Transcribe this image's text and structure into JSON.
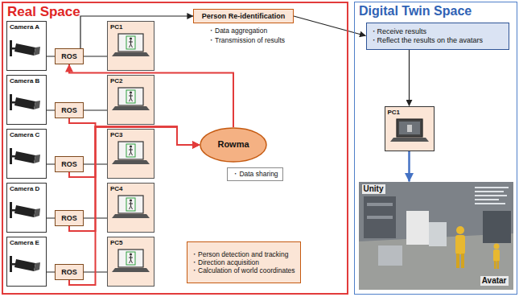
{
  "diagram": {
    "nodes": [
      {
        "text": [
          "Real Space"
        ]
      },
      {
        "text": [
          "Camera A"
        ],
        "in": 0
      },
      {
        "text": [
          "ROS"
        ],
        "in": 0
      },
      {
        "text": [
          "PC1"
        ],
        "in": 0
      },
      {
        "text": [
          "Camera B"
        ],
        "in": 0
      },
      {
        "text": [
          "ROS"
        ],
        "in": 0
      },
      {
        "text": [
          "PC2"
        ],
        "in": 0
      },
      {
        "text": [
          "Camera C"
        ],
        "in": 0
      },
      {
        "text": [
          "ROS"
        ],
        "in": 0
      },
      {
        "text": [
          "PC3"
        ],
        "in": 0
      },
      {
        "text": [
          "Camera D"
        ],
        "in": 0
      },
      {
        "text": [
          "ROS"
        ],
        "in": 0
      },
      {
        "text": [
          "PC4"
        ],
        "in": 0
      },
      {
        "text": [
          "Camera E"
        ],
        "in": 0
      },
      {
        "text": [
          "ROS"
        ],
        "in": 0
      },
      {
        "text": [
          "PC5"
        ],
        "in": 0
      },
      {
        "text": [
          "Person Re-identification"
        ],
        "in": 0
      },
      {
        "text": [
          "Rowma"
        ],
        "in": 0
      },
      {
        "text": [
          "・Data sharing"
        ],
        "in": 0
      },
      {
        "text": [
          "・Person detection and tracking",
          "・Direction acquisition",
          "・Calculation of world coordinates"
        ],
        "in": 0
      },
      {
        "text": [
          "Digital Twin Space"
        ]
      },
      {
        "text": [
          "・Receive results",
          "・Reflect the results on the avatars"
        ],
        "in": 20
      },
      {
        "text": [
          "PC1"
        ],
        "in": 20
      },
      {
        "text": [
          "Unity",
          "Avatar"
        ],
        "in": 20
      }
    ],
    "edges": [
      {
        "from": 1,
        "to": 2,
        "arrow": "none"
      },
      {
        "from": 2,
        "to": 3,
        "arrow": "none"
      },
      {
        "from": 4,
        "to": 5,
        "arrow": "none"
      },
      {
        "from": 5,
        "to": 6,
        "arrow": "none"
      },
      {
        "from": 7,
        "to": 8,
        "arrow": "none"
      },
      {
        "from": 8,
        "to": 9,
        "arrow": "none"
      },
      {
        "from": 10,
        "to": 11,
        "arrow": "none"
      },
      {
        "from": 11,
        "to": 12,
        "arrow": "none"
      },
      {
        "from": 13,
        "to": 14,
        "arrow": "none"
      },
      {
        "from": 14,
        "to": 15,
        "arrow": "none"
      },
      {
        "from": 2,
        "to": 16,
        "arrow": "to"
      },
      {
        "from": 16,
        "to": 21,
        "arrow": "to"
      },
      {
        "from": 21,
        "to": 22,
        "arrow": "to"
      },
      {
        "from": 22,
        "to": 23,
        "arrow": "to"
      },
      {
        "from": 5,
        "to": 17,
        "arrow": "to"
      },
      {
        "from": 8,
        "to": 17,
        "arrow": "to"
      },
      {
        "from": 11,
        "to": 17,
        "arrow": "to"
      },
      {
        "from": 14,
        "to": 17,
        "arrow": "to"
      },
      {
        "from": 17,
        "to": 2,
        "arrow": "to"
      }
    ],
    "labels": [
      "・Data aggregation",
      "・Transmission of results"
    ]
  }
}
